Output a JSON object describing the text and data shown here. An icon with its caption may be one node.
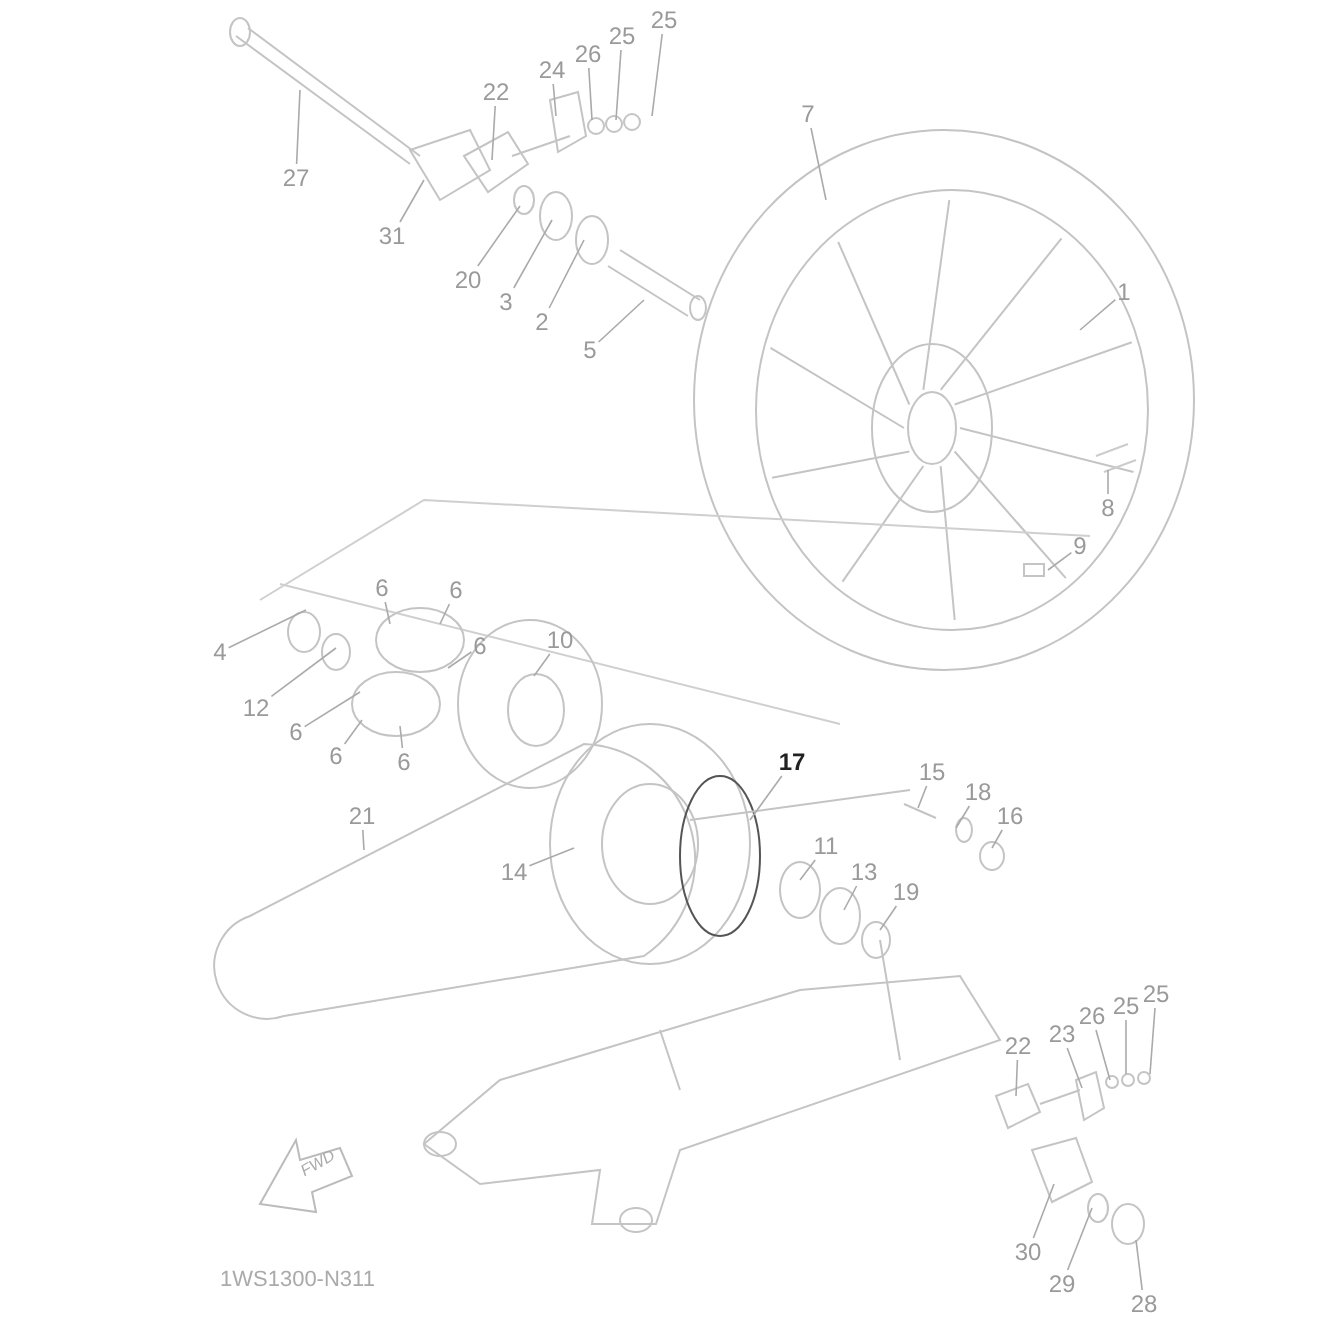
{
  "diagram": {
    "nodes": [
      {
        "text": [
          "25"
        ]
      },
      {
        "text": [
          "25"
        ]
      },
      {
        "text": [
          "26"
        ]
      },
      {
        "text": [
          "24"
        ]
      },
      {
        "text": [
          "22"
        ]
      },
      {
        "text": [
          "7"
        ]
      },
      {
        "text": [
          "27"
        ]
      },
      {
        "text": [
          "31"
        ]
      },
      {
        "text": [
          "20"
        ]
      },
      {
        "text": [
          "3"
        ]
      },
      {
        "text": [
          "2"
        ]
      },
      {
        "text": [
          "5"
        ]
      },
      {
        "text": [
          "1"
        ]
      },
      {
        "text": [
          "8"
        ]
      },
      {
        "text": [
          "9"
        ]
      },
      {
        "text": [
          "6"
        ]
      },
      {
        "text": [
          "6"
        ]
      },
      {
        "text": [
          "4"
        ]
      },
      {
        "text": [
          "6"
        ]
      },
      {
        "text": [
          "10"
        ]
      },
      {
        "text": [
          "12"
        ]
      },
      {
        "text": [
          "6"
        ]
      },
      {
        "text": [
          "17"
        ]
      },
      {
        "text": [
          "15"
        ]
      },
      {
        "text": [
          "18"
        ]
      },
      {
        "text": [
          "16"
        ]
      },
      {
        "text": [
          "6"
        ]
      },
      {
        "text": [
          "6"
        ]
      },
      {
        "text": [
          "21"
        ]
      },
      {
        "text": [
          "14"
        ]
      },
      {
        "text": [
          "11"
        ]
      },
      {
        "text": [
          "13"
        ]
      },
      {
        "text": [
          "19"
        ]
      },
      {
        "text": [
          "22"
        ]
      },
      {
        "text": [
          "23"
        ]
      },
      {
        "text": [
          "26"
        ]
      },
      {
        "text": [
          "25"
        ]
      },
      {
        "text": [
          "25"
        ]
      },
      {
        "text": [
          "30"
        ]
      },
      {
        "text": [
          "29"
        ]
      },
      {
        "text": [
          "28"
        ]
      }
    ],
    "edges": [
      {
        "from": 0,
        "to": null,
        "arrow": "none"
      },
      {
        "from": 1,
        "to": null,
        "arrow": "none"
      },
      {
        "from": 2,
        "to": null,
        "arrow": "none"
      },
      {
        "from": 3,
        "to": null,
        "arrow": "none"
      },
      {
        "from": 4,
        "to": null,
        "arrow": "none"
      },
      {
        "from": 5,
        "to": null,
        "arrow": "none"
      },
      {
        "from": 6,
        "to": null,
        "arrow": "none"
      },
      {
        "from": 7,
        "to": null,
        "arrow": "none"
      },
      {
        "from": 8,
        "to": null,
        "arrow": "none"
      },
      {
        "from": 9,
        "to": null,
        "arrow": "none"
      },
      {
        "from": 10,
        "to": null,
        "arrow": "none"
      },
      {
        "from": 11,
        "to": null,
        "arrow": "none"
      },
      {
        "from": 12,
        "to": null,
        "arrow": "none"
      },
      {
        "from": 13,
        "to": null,
        "arrow": "none"
      },
      {
        "from": 14,
        "to": null,
        "arrow": "none"
      },
      {
        "from": 15,
        "to": null,
        "arrow": "none"
      },
      {
        "from": 16,
        "to": null,
        "arrow": "none"
      },
      {
        "from": 17,
        "to": null,
        "arrow": "none"
      },
      {
        "from": 18,
        "to": null,
        "arrow": "none"
      },
      {
        "from": 19,
        "to": null,
        "arrow": "none"
      },
      {
        "from": 20,
        "to": null,
        "arrow": "none"
      },
      {
        "from": 21,
        "to": null,
        "arrow": "none"
      },
      {
        "from": 22,
        "to": null,
        "arrow": "none"
      },
      {
        "from": 23,
        "to": null,
        "arrow": "none"
      },
      {
        "from": 24,
        "to": null,
        "arrow": "none"
      },
      {
        "from": 25,
        "to": null,
        "arrow": "none"
      },
      {
        "from": 26,
        "to": null,
        "arrow": "none"
      },
      {
        "from": 27,
        "to": null,
        "arrow": "none"
      },
      {
        "from": 28,
        "to": null,
        "arrow": "none"
      },
      {
        "from": 29,
        "to": null,
        "arrow": "none"
      },
      {
        "from": 30,
        "to": null,
        "arrow": "none"
      },
      {
        "from": 31,
        "to": null,
        "arrow": "none"
      },
      {
        "from": 32,
        "to": null,
        "arrow": "none"
      },
      {
        "from": 33,
        "to": null,
        "arrow": "none"
      },
      {
        "from": 34,
        "to": null,
        "arrow": "none"
      },
      {
        "from": 35,
        "to": null,
        "arrow": "none"
      },
      {
        "from": 36,
        "to": null,
        "arrow": "none"
      },
      {
        "from": 37,
        "to": null,
        "arrow": "none"
      },
      {
        "from": 38,
        "to": null,
        "arrow": "none"
      },
      {
        "from": 39,
        "to": null,
        "arrow": "none"
      },
      {
        "from": 40,
        "to": null,
        "arrow": "none"
      }
    ],
    "labels": [
      "FWD",
      "1WS1300-N311"
    ]
  }
}
